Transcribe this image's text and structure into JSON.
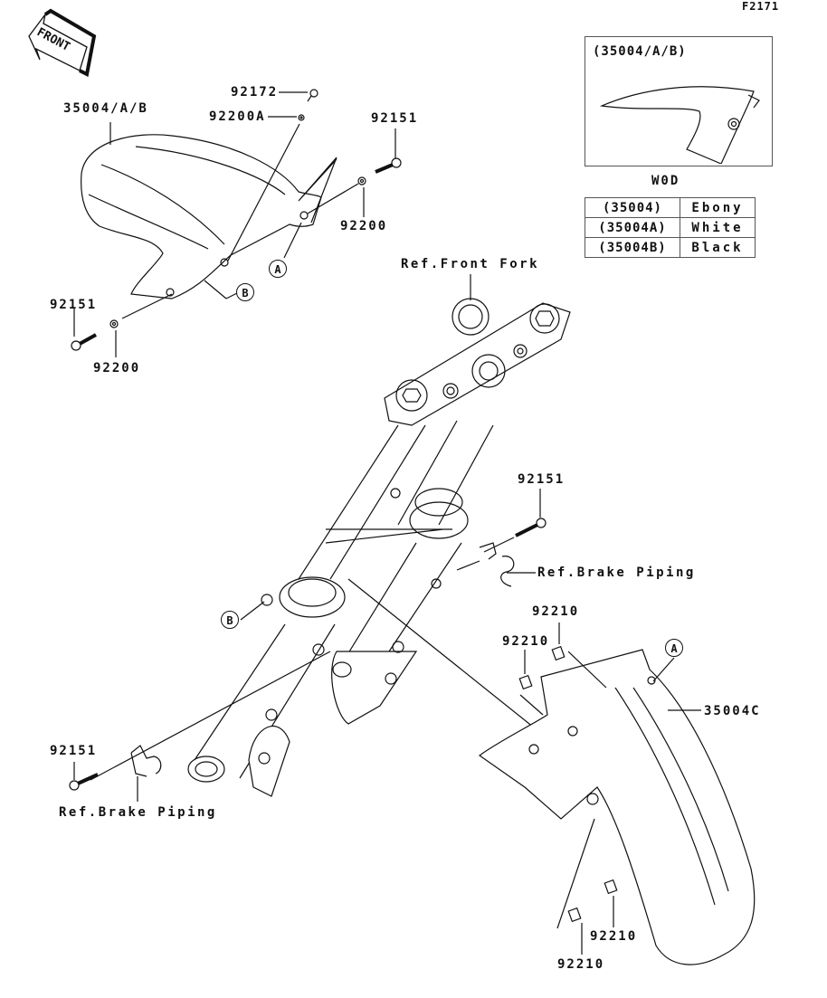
{
  "figure_id": "F2171",
  "front_indicator": "FRONT",
  "inset": {
    "title": "(35004/A/B)",
    "caption": "W0D",
    "color_table": [
      {
        "code": "(35004)",
        "color": "Ebony"
      },
      {
        "code": "(35004A)",
        "color": "White"
      },
      {
        "code": "(35004B)",
        "color": "Black"
      }
    ]
  },
  "callouts": {
    "fender_top": "35004/A/B",
    "screw_92172": "92172",
    "washer_92200A": "92200A",
    "bolt_92151_top": "92151",
    "washer_92200_right": "92200",
    "bolt_92151_left": "92151",
    "washer_92200_left": "92200",
    "ref_front_fork": "Ref.Front Fork",
    "bolt_92151_mid": "92151",
    "ref_brake_piping_right": "Ref.Brake Piping",
    "nut_92210_a": "92210",
    "nut_92210_b": "92210",
    "fender_rear": "35004C",
    "bolt_92151_low": "92151",
    "ref_brake_piping_left": "Ref.Brake Piping",
    "nut_92210_c": "92210",
    "nut_92210_d": "92210"
  },
  "markers": {
    "a1": "A",
    "b1": "B",
    "b2": "B",
    "a2": "A"
  }
}
